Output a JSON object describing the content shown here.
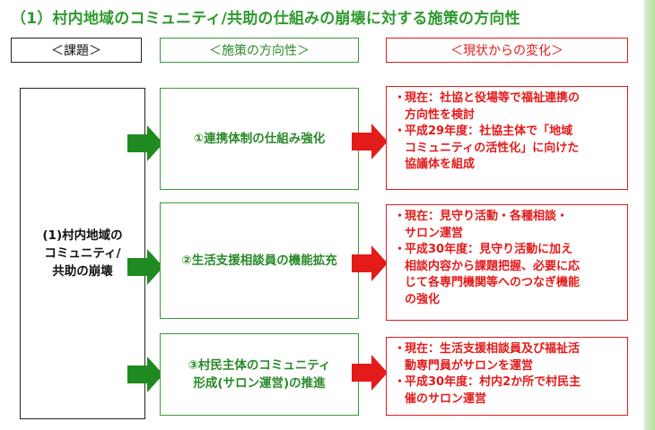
{
  "title": "（1）村内地域のコミュニティ/共助の仕組みの崩壊に対する施策の方向性",
  "headers": {
    "issue": "＜課題＞",
    "direction": "＜施策の方向性＞",
    "change": "＜現状からの変化＞"
  },
  "issue": "(1)村内地域の\nコミュニティ/\n共助の崩壊",
  "bullet_mark": "・",
  "rows": [
    {
      "direction": "①連携体制の仕組み強化",
      "changes": [
        "現在：社協と役場等で福祉連携の\n方向性を検討",
        "平成29年度：社協主体で「地域\nコミュニティの活性化」に向けた\n協議体を組成"
      ]
    },
    {
      "direction": "②生活支援相談員の機能拡充",
      "changes": [
        "現在：見守り活動・各種相談・\nサロン運営",
        "平成30年度：見守り活動に加え\n相談内容から課題把握、必要に応\nじて各専門機関等へのつなぎ機能\nの強化"
      ]
    },
    {
      "direction": "③村民主体のコミュニティ\n形成(サロン運営)の推進",
      "changes": [
        "現在：生活支援相談員及び福祉活\n動専門員がサロンを運営",
        "平成30年度：村内2か所で村民主\n催のサロン運営"
      ]
    }
  ],
  "colors": {
    "green": "#2e9a2e",
    "arrow_green": "#1f8a1f",
    "red": "#e31b1b",
    "black": "#222222"
  },
  "icons": {
    "green_arrow": "right-arrow-green",
    "red_arrow": "right-arrow-red"
  }
}
